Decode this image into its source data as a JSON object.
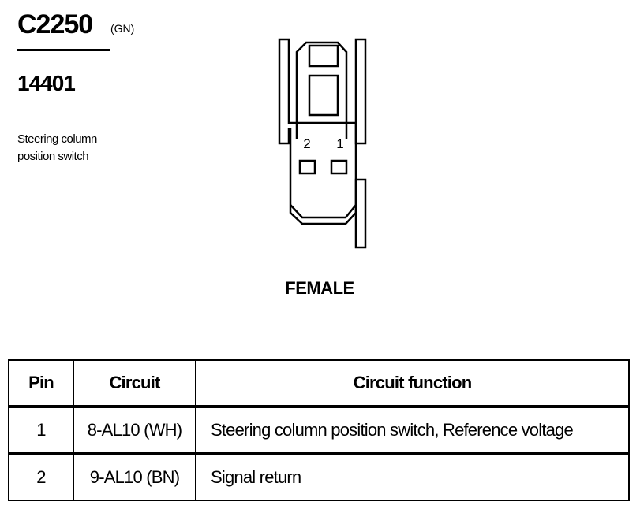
{
  "connector": {
    "id": "C2250",
    "color_code": "(GN)",
    "component_number": "14401",
    "component_name": [
      "Steering column",
      "position switch"
    ],
    "gender": "FEMALE",
    "pin_labels": [
      "2",
      "1"
    ]
  },
  "table": {
    "headers": [
      "Pin",
      "Circuit",
      "Circuit function"
    ],
    "rows": [
      {
        "pin": "1",
        "circuit": "8-AL10 (WH)",
        "function": "Steering column position switch, Reference voltage"
      },
      {
        "pin": "2",
        "circuit": "9-AL10 (BN)",
        "function": "Signal return"
      }
    ]
  }
}
